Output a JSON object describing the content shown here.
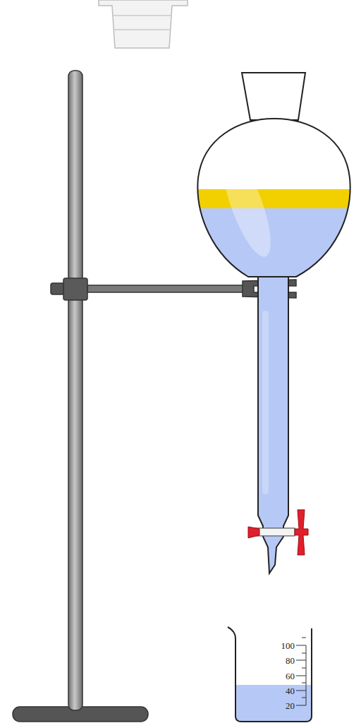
{
  "diagram": {
    "labels": [
      "100",
      "80",
      "60",
      "40",
      "20"
    ]
  }
}
